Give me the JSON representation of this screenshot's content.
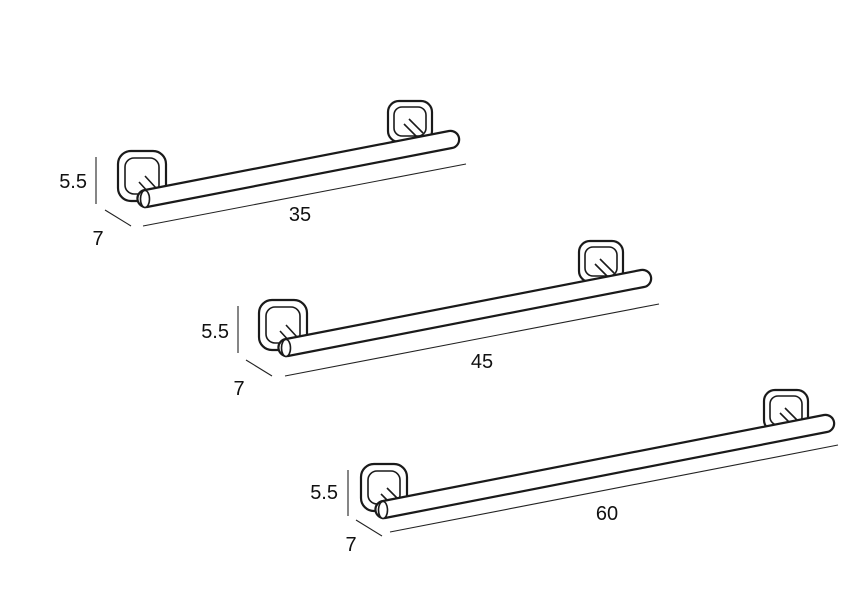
{
  "diagram": {
    "bars": [
      {
        "length": "35",
        "height": "5.5",
        "depth": "7"
      },
      {
        "length": "45",
        "height": "5.5",
        "depth": "7"
      },
      {
        "length": "60",
        "height": "5.5",
        "depth": "7"
      }
    ]
  }
}
